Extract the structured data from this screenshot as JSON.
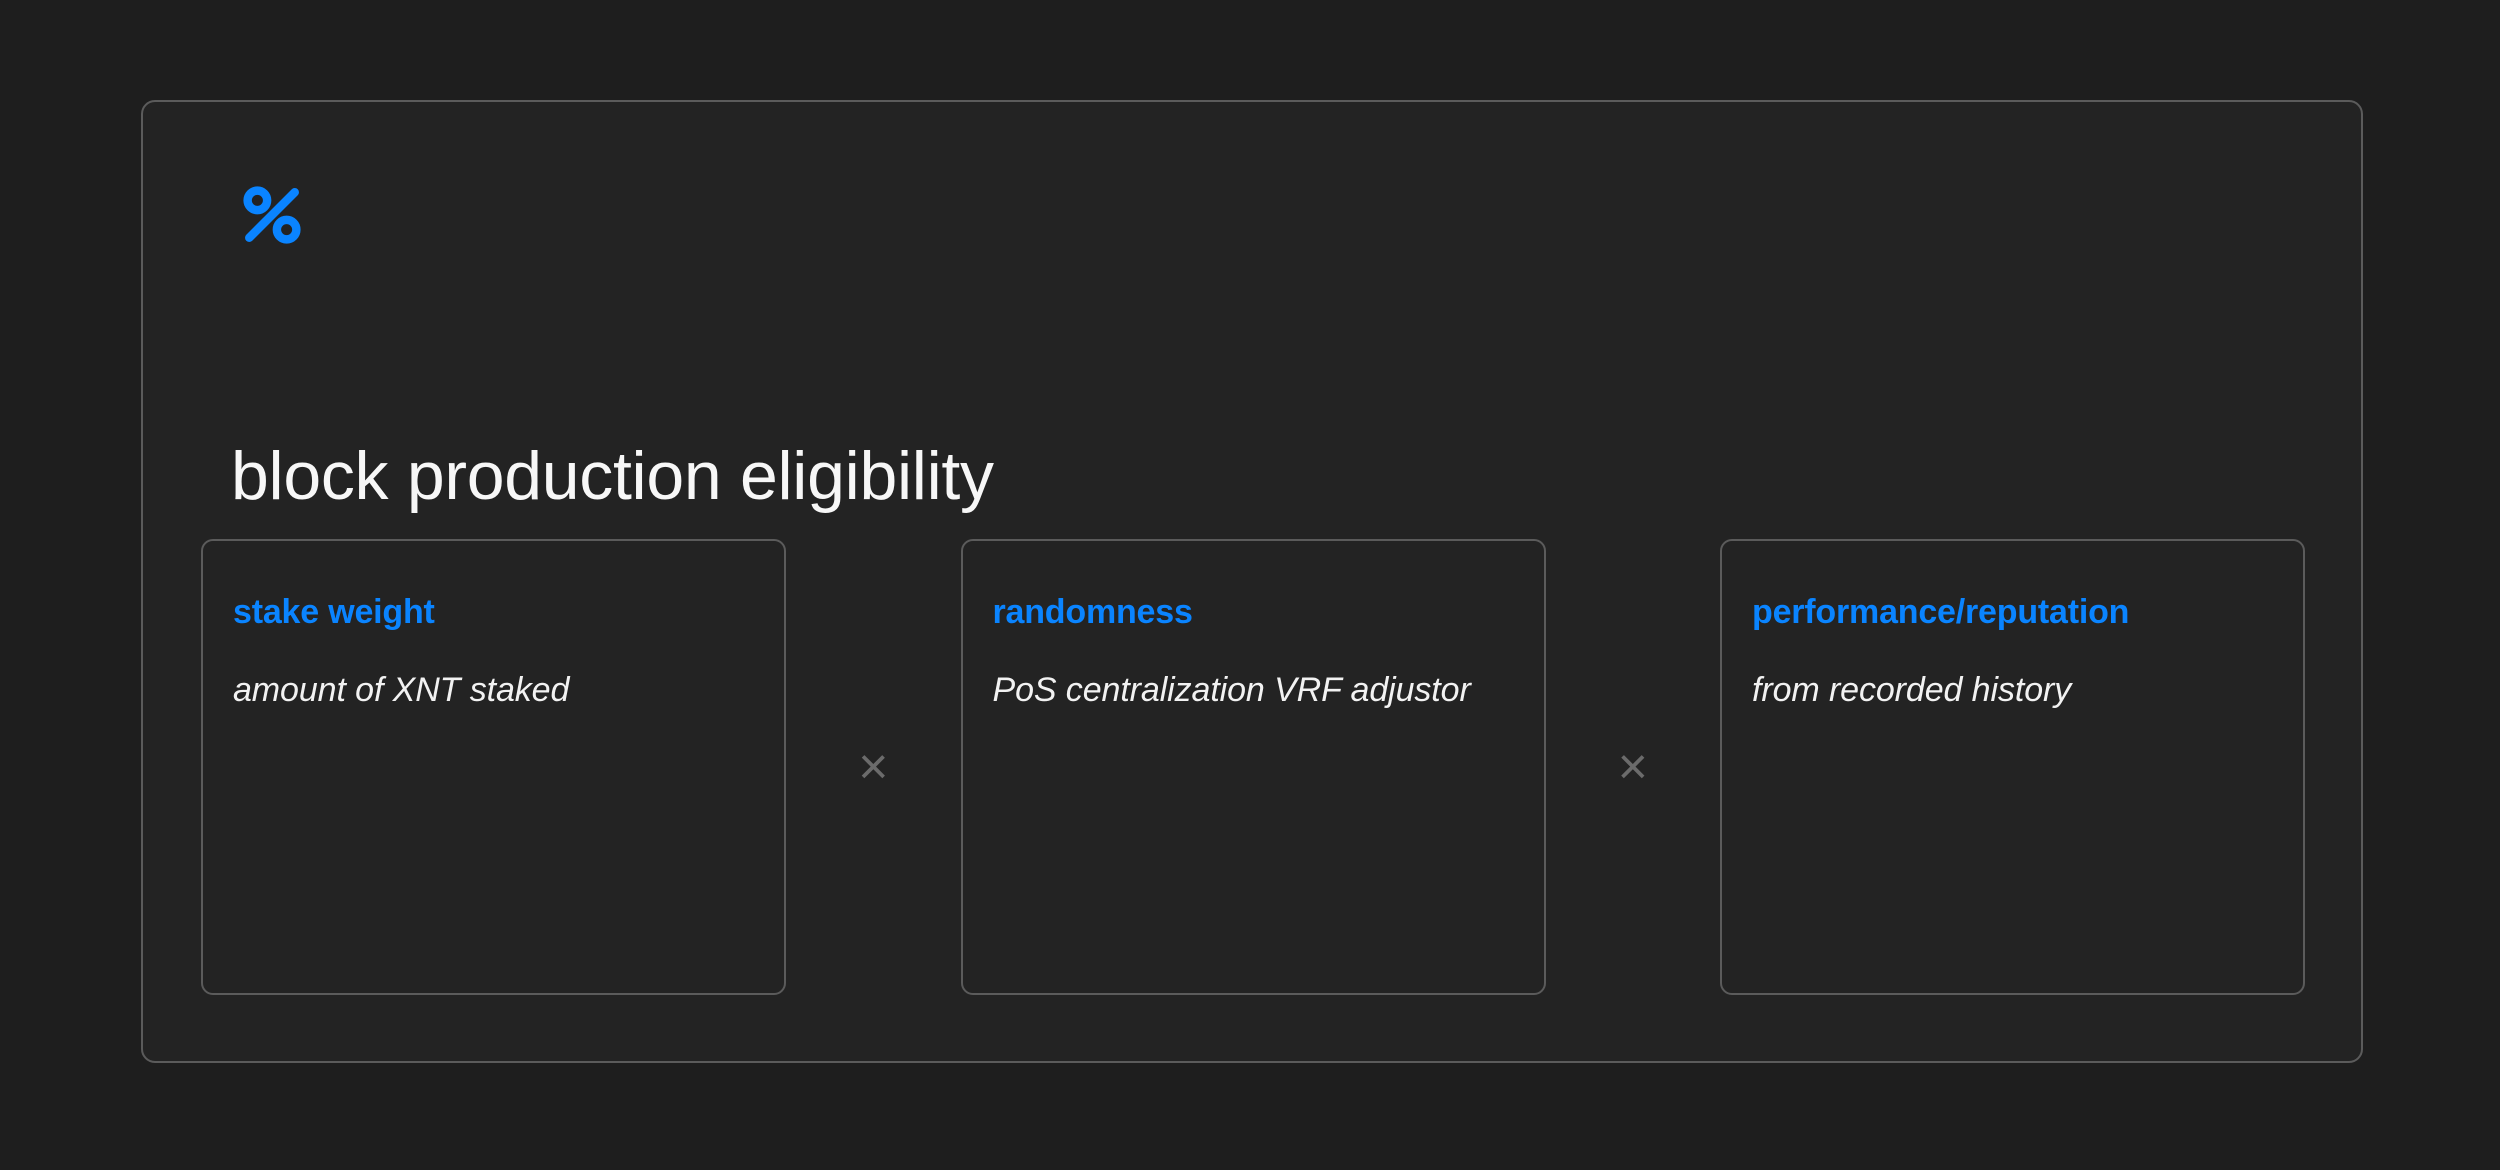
{
  "panel": {
    "icon": "percent-icon",
    "title": "block production eligibility",
    "accent_color": "#0a84ff",
    "border_color": "#5b5b5b",
    "surface_color": "#232323",
    "page_background": "#1e1e1e",
    "body_text_color": "#f2f2f2",
    "operator_color": "#6b6b6b"
  },
  "operators": {
    "multiply": "×"
  },
  "factors": [
    {
      "title": "stake weight",
      "body": "amount of XNT staked"
    },
    {
      "title": "randomness",
      "body": "PoS centralization VRF adjustor"
    },
    {
      "title": "performance/reputation",
      "body": "from recorded history"
    }
  ]
}
